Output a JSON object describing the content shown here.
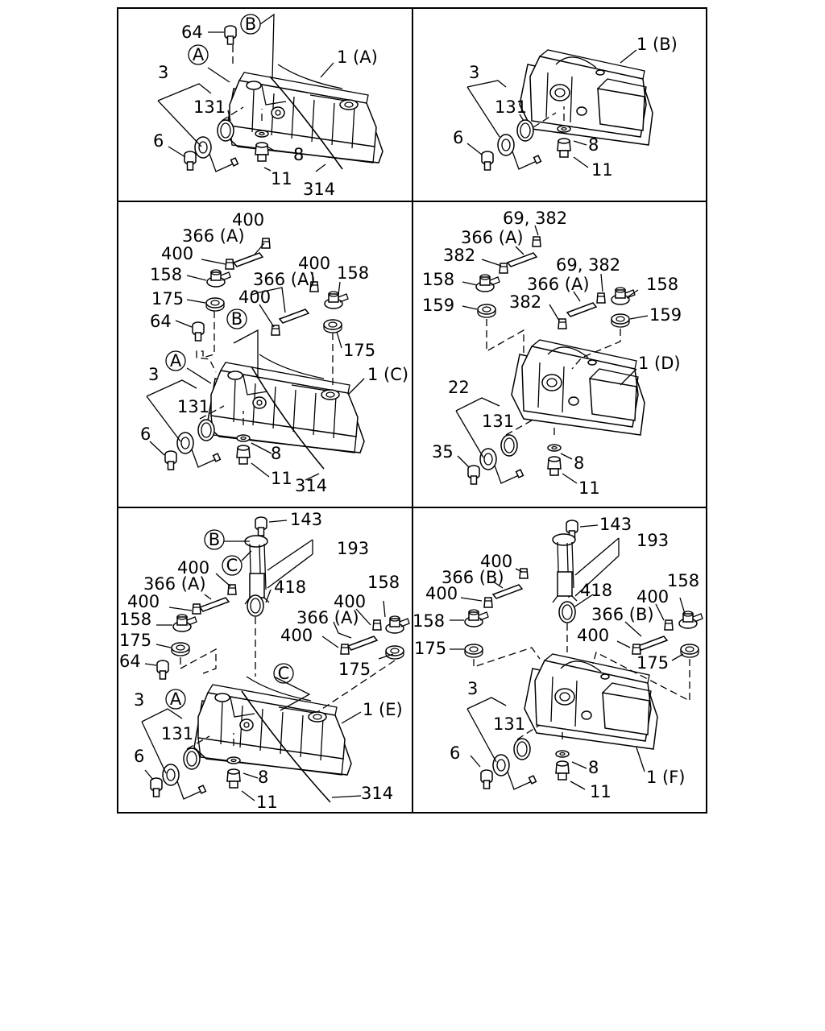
{
  "panels": [
    {
      "id": "A",
      "labels": {
        "l64": "64",
        "cB": "B",
        "tank": "1 (A)",
        "cA": "A",
        "l3": "3",
        "l131": "131",
        "l6": "6",
        "l8": "8",
        "l11": "11",
        "l314": "314"
      }
    },
    {
      "id": "B",
      "labels": {
        "tank": "1 (B)",
        "l3": "3",
        "l131": "131",
        "l6": "6",
        "l8": "8",
        "l11": "11"
      }
    },
    {
      "id": "C",
      "labels": {
        "l400a": "400",
        "l366a": "366 (A)",
        "l400b": "400",
        "l158a": "158",
        "l175a": "175",
        "l64": "64",
        "l400c": "400",
        "l158b": "158",
        "l366b": "366 (A)",
        "l400d": "400",
        "cB": "B",
        "l175b": "175",
        "cA": "A",
        "tank": "1 (C)",
        "l3": "3",
        "l131": "131",
        "l6": "6",
        "l8": "8",
        "l11": "11",
        "l314": "314"
      }
    },
    {
      "id": "D",
      "labels": {
        "l69a": "69, 382",
        "l366a": "366 (A)",
        "l382a": "382",
        "l158a": "158",
        "l159a": "159",
        "l69b": "69, 382",
        "l366b": "366 (A)",
        "l382b": "382",
        "l158b": "158",
        "l159b": "159",
        "tank": "1 (D)",
        "l22": "22",
        "l131": "131",
        "l35": "35",
        "l8": "8",
        "l11": "11"
      }
    },
    {
      "id": "E",
      "labels": {
        "l143": "143",
        "cB": "B",
        "cC": "C",
        "l193": "193",
        "l400a": "400",
        "l366a": "366 (A)",
        "l418": "418",
        "l400b": "400",
        "l158a": "158",
        "l158b": "158",
        "l400c": "400",
        "l366b": "366 (A)",
        "l175a": "175",
        "l400d": "400",
        "l64": "64",
        "l175b": "175",
        "cC2": "C",
        "cA": "A",
        "tank": "1 (E)",
        "l3": "3",
        "l131": "131",
        "l6": "6",
        "l8": "8",
        "l11": "11",
        "l314": "314"
      }
    },
    {
      "id": "F",
      "labels": {
        "l143": "143",
        "l193": "193",
        "l400a": "400",
        "l366a": "366 (B)",
        "l418": "418",
        "l400b": "400",
        "l158a": "158",
        "l158b": "158",
        "l400c": "400",
        "l366b": "366 (B)",
        "l175a": "175",
        "l400d": "400",
        "l175b": "175",
        "l3": "3",
        "l131": "131",
        "l6": "6",
        "l8": "8",
        "l11": "11",
        "tank": "1 (F)"
      }
    }
  ]
}
